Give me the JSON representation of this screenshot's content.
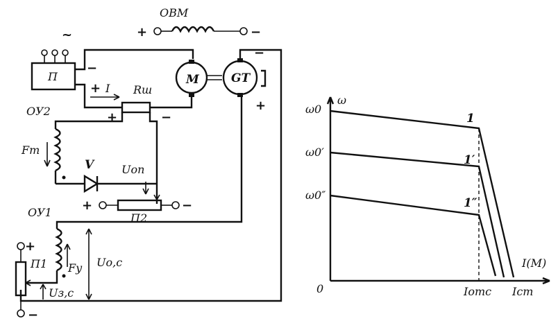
{
  "schematic": {
    "obm_label": "ОВМ",
    "obm_plus": "+",
    "obm_minus": "−",
    "ac_symbol": "~",
    "converter_label": "П",
    "converter_minus": "−",
    "motor_label": "M",
    "generator_label": "GT",
    "generator_minus": "−",
    "generator_plus": "+",
    "current_plus": "+",
    "current_label": "I",
    "shunt_label": "Rш",
    "shunt_plus": "+",
    "shunt_minus": "−",
    "oy2_label": "ОУ2",
    "ft_label": "Fт",
    "diode_label": "V",
    "uop_label": "Uоп",
    "p2_plus": "+",
    "p2_minus": "−",
    "p2_label": "П2",
    "oy1_label": "ОУ1",
    "fy_label": "Fу",
    "uoc_label": "Uо,с",
    "p1_label": "П1",
    "p1_plus": "+",
    "p1_minus": "−",
    "uzc_label": "Uз,с"
  },
  "graph": {
    "y_axis_label": "ω",
    "x_axis_label": "I(M)",
    "origin_label": "0",
    "w0_label": "ω0",
    "w0p_label": "ω0′",
    "w0pp_label": "ω0″",
    "curve1_label": "1",
    "curve1p_label": "1′",
    "curve1pp_label": "1″",
    "istop_label": "Iотс",
    "ist_label": "Iст"
  }
}
